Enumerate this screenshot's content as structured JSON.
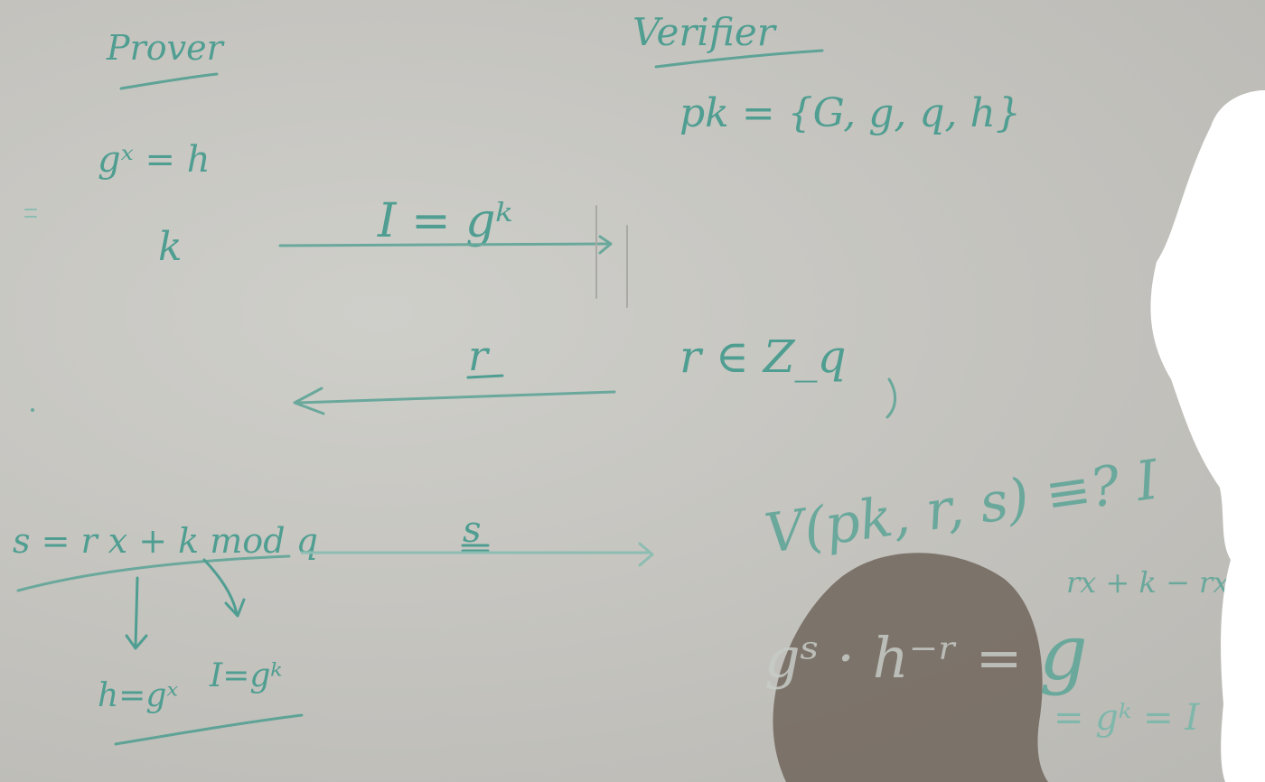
{
  "board": {
    "ink_color": "#4f9e91",
    "faint_ink_color": "#7fb7ab",
    "background_color": "#c5c4bf",
    "shadow_color": "#6d6158",
    "prover_label": "Prover",
    "verifier_label": "Verifier",
    "public_key": "pk = {G, g, q, h}",
    "secret_relation": "gˣ = h",
    "nonce": "k",
    "commitment": "I = gᵏ",
    "challenge": "r",
    "challenge_sample": "r ∈ Z_q",
    "response": "s = r x + k mod q",
    "response_msg": "s",
    "verify": "V(pk, r, s) ≡? I",
    "subst_left": "h=gˣ",
    "subst_right": "I=gᵏ",
    "check_lhs": "gˢ · h⁻ʳ =",
    "check_rhs": "g",
    "exponent": "rx + k − rx",
    "equals_commit": "= gᵏ = I"
  }
}
